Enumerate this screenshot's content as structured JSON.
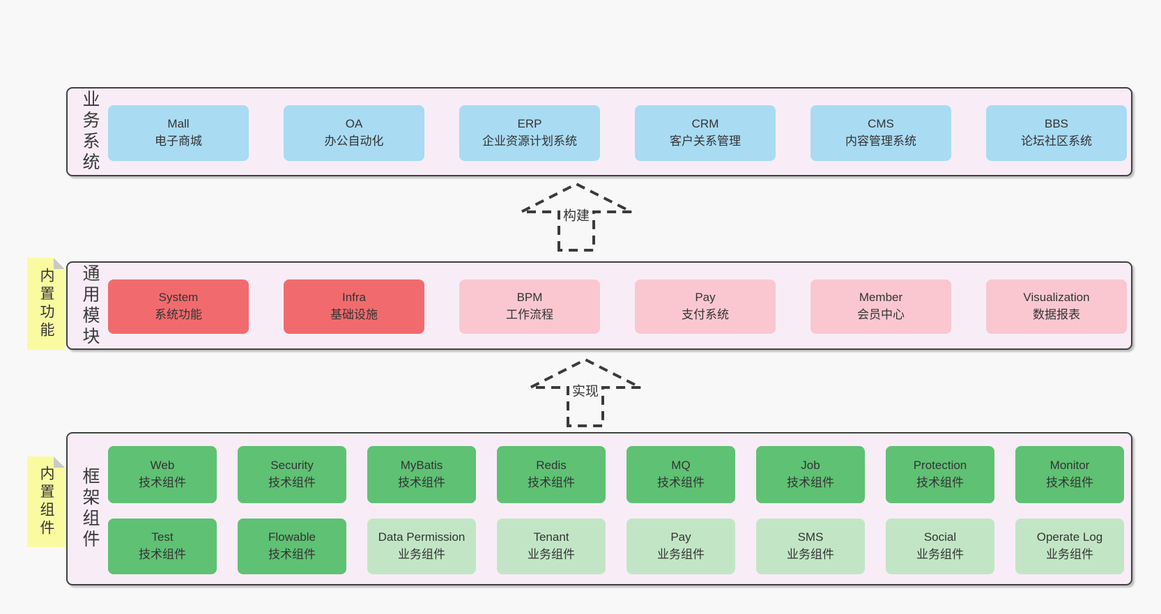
{
  "diagram": {
    "colors": {
      "page_bg": "#f8f8f8",
      "band_bg": "#f8edf6",
      "band_border": "#414141",
      "blue_box": "#a9dbf3",
      "red_box": "#f16b6e",
      "pink_box": "#fac7d0",
      "green_box": "#5fc174",
      "light_green_box": "#c2e6c5",
      "sticky_note": "#fafaa1",
      "text": "#333333"
    },
    "bands": [
      {
        "id": "business-systems",
        "label": "业务系统",
        "boxes": [
          {
            "name": "Mall",
            "subtitle": "电子商城",
            "variant": "blue"
          },
          {
            "name": "OA",
            "subtitle": "办公自动化",
            "variant": "blue"
          },
          {
            "name": "ERP",
            "subtitle": "企业资源计划系统",
            "variant": "blue"
          },
          {
            "name": "CRM",
            "subtitle": "客户关系管理",
            "variant": "blue"
          },
          {
            "name": "CMS",
            "subtitle": "内容管理系统",
            "variant": "blue"
          },
          {
            "name": "BBS",
            "subtitle": "论坛社区系统",
            "variant": "blue"
          }
        ]
      },
      {
        "id": "common-modules",
        "label": "通用模块",
        "note": "内置功能",
        "boxes": [
          {
            "name": "System",
            "subtitle": "系统功能",
            "variant": "red"
          },
          {
            "name": "Infra",
            "subtitle": "基础设施",
            "variant": "red"
          },
          {
            "name": "BPM",
            "subtitle": "工作流程",
            "variant": "pink"
          },
          {
            "name": "Pay",
            "subtitle": "支付系统",
            "variant": "pink"
          },
          {
            "name": "Member",
            "subtitle": "会员中心",
            "variant": "pink"
          },
          {
            "name": "Visualization",
            "subtitle": "数据报表",
            "variant": "pink"
          }
        ]
      },
      {
        "id": "framework-components",
        "label": "框架组件",
        "note": "内置组件",
        "rows": [
          [
            {
              "name": "Web",
              "subtitle": "技术组件",
              "variant": "green"
            },
            {
              "name": "Security",
              "subtitle": "技术组件",
              "variant": "green"
            },
            {
              "name": "MyBatis",
              "subtitle": "技术组件",
              "variant": "green"
            },
            {
              "name": "Redis",
              "subtitle": "技术组件",
              "variant": "green"
            },
            {
              "name": "MQ",
              "subtitle": "技术组件",
              "variant": "green"
            },
            {
              "name": "Job",
              "subtitle": "技术组件",
              "variant": "green"
            },
            {
              "name": "Protection",
              "subtitle": "技术组件",
              "variant": "green"
            },
            {
              "name": "Monitor",
              "subtitle": "技术组件",
              "variant": "green"
            }
          ],
          [
            {
              "name": "Test",
              "subtitle": "技术组件",
              "variant": "green"
            },
            {
              "name": "Flowable",
              "subtitle": "技术组件",
              "variant": "green"
            },
            {
              "name": "Data Permission",
              "subtitle": "业务组件",
              "variant": "green-light"
            },
            {
              "name": "Tenant",
              "subtitle": "业务组件",
              "variant": "green-light"
            },
            {
              "name": "Pay",
              "subtitle": "业务组件",
              "variant": "green-light"
            },
            {
              "name": "SMS",
              "subtitle": "业务组件",
              "variant": "green-light"
            },
            {
              "name": "Social",
              "subtitle": "业务组件",
              "variant": "green-light"
            },
            {
              "name": "Operate Log",
              "subtitle": "业务组件",
              "variant": "green-light"
            }
          ]
        ]
      }
    ],
    "arrows": [
      {
        "id": "build",
        "label": "构建"
      },
      {
        "id": "implement",
        "label": "实现"
      }
    ]
  }
}
